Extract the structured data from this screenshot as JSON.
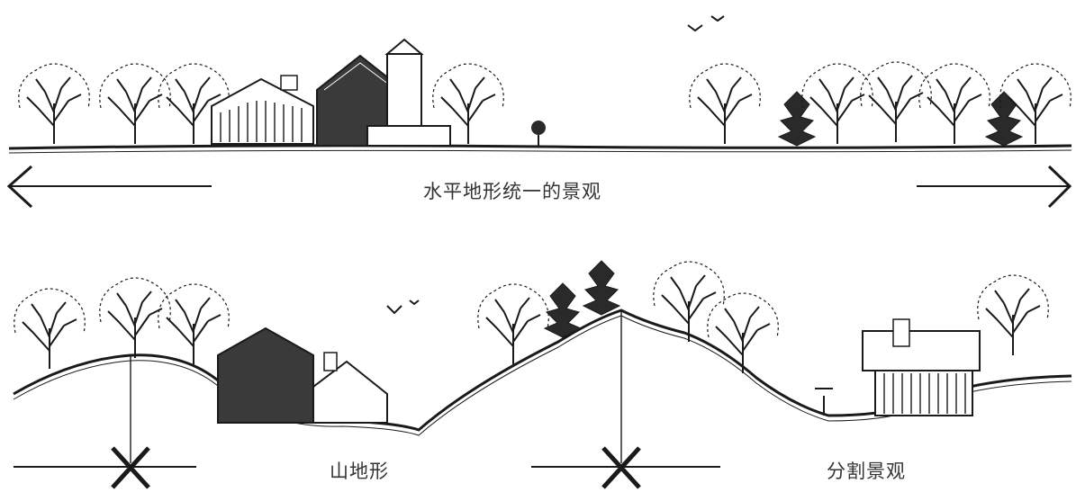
{
  "top_panel": {
    "caption": "水平地形统一的景观"
  },
  "bottom_panel": {
    "caption_left": "山地形",
    "caption_right": "分割景观"
  },
  "colors": {
    "ink": "#1a1a1a",
    "paper": "#ffffff",
    "dark_fill": "#3a3a3a"
  }
}
